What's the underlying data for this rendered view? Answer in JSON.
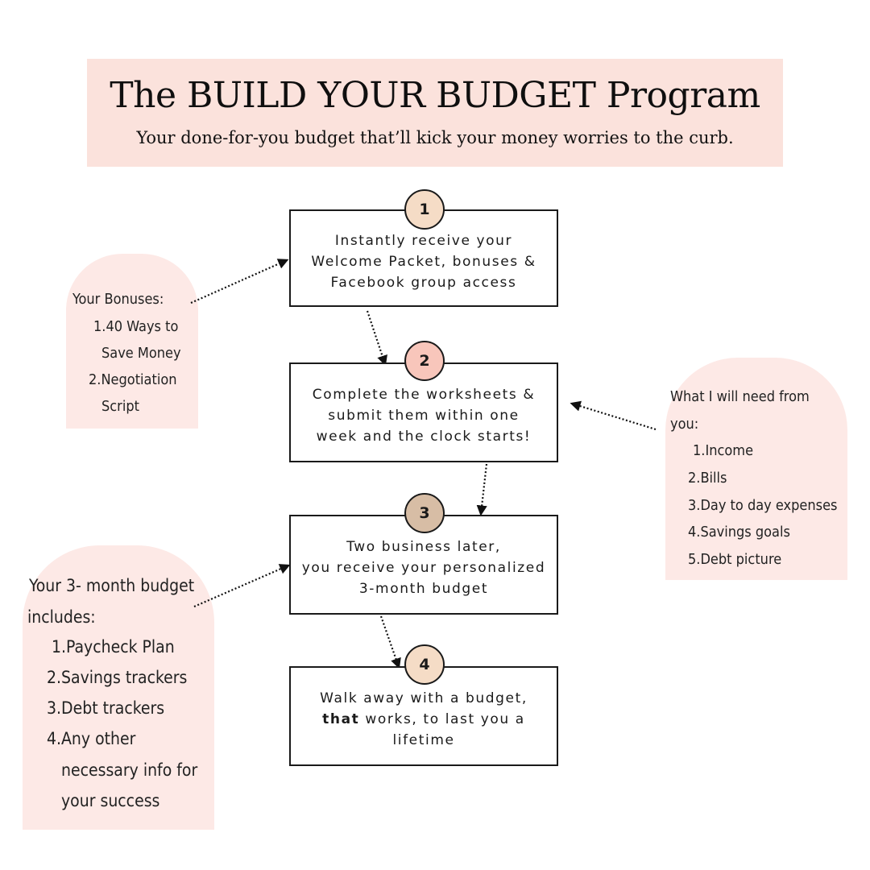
{
  "header": {
    "title": "The BUILD YOUR BUDGET Program",
    "subtitle": "Your done-for-you budget that’ll kick your money worries to the curb."
  },
  "steps": [
    {
      "number": "1",
      "lines": [
        "Instantly receive your",
        "Welcome Packet, bonuses &",
        "Facebook group access"
      ]
    },
    {
      "number": "2",
      "lines": [
        "Complete the worksheets &",
        "submit them within one",
        "week and the clock starts!"
      ]
    },
    {
      "number": "3",
      "lines": [
        "Two business later,",
        "you receive your personalized",
        "3-month budget"
      ]
    },
    {
      "number": "4",
      "lines": [
        "Walk away with a budget,",
        "works, to last you a",
        "lifetime"
      ],
      "emphasis": "that"
    }
  ],
  "notes": {
    "bonuses": [
      "Your Bonuses:",
      "1.40 Ways to",
      "Save Money",
      "2.Negotiation",
      "Script"
    ],
    "needs": [
      "What I will need from",
      "you:",
      "1.Income",
      "2.Bills",
      "3.Day to day expenses",
      "4.Savings goals",
      "5.Debt picture"
    ],
    "budget": [
      "Your 3- month budget",
      "includes:",
      "1.Paycheck Plan",
      "2.Savings trackers",
      "3.Debt trackers",
      "4.Any other",
      "necessary info for",
      "your success"
    ]
  },
  "colors": {
    "banner": "#fbe2dc",
    "note": "#fde9e6",
    "badge1": "#f5dcc6",
    "badge2": "#f8c6bb",
    "badge3": "#d7bda5",
    "badge4": "#f5dcc6",
    "border": "#1a1a1a"
  }
}
